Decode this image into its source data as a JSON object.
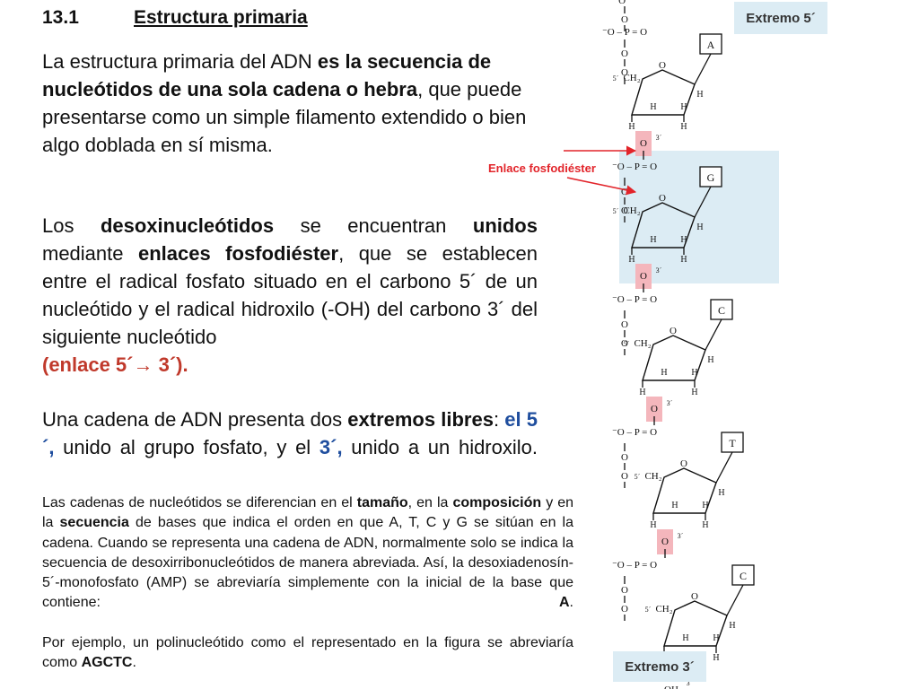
{
  "heading": {
    "number": "13.1",
    "title": "Estructura primaria"
  },
  "p1": {
    "a": "La estructura primaria del ADN ",
    "b": "es la secuencia de nucleótidos de una sola cadena o hebra",
    "c": ", que puede presentarse como un simple filamento extendido o bien algo doblada en sí misma."
  },
  "p2": {
    "a": "Los ",
    "b": "desoxinucleótidos",
    "c": " se encuentran ",
    "d": "unidos",
    "e": " mediante ",
    "f": "enlaces fosfodiéster",
    "g": ", que se establecen entre el radical fosfato situado en el carbono 5´ de un nucleótido y el radical hidroxilo (-OH) del carbono 3´ del siguiente nucleótido",
    "h": "(enlace 5´→ 3´)."
  },
  "p3": {
    "a": "Una cadena de ADN presenta dos ",
    "b": "extremos libres",
    "c": ": ",
    "d": "el 5´,",
    "e": " unido al grupo fosfato, y el ",
    "f": "3´,",
    "g": " unido a un hidroxilo."
  },
  "p4": {
    "a": "Las cadenas de nucleótidos se diferencian en el ",
    "b": "tamaño",
    "c": ", en la ",
    "d": "composición",
    "e": " y en la ",
    "f": "secuencia",
    "g": " de bases que indica el orden en que A, T, C y G se sitúan en la cadena. Cuando se representa una cadena de ADN, normalmente solo se indica la secuencia de desoxirribonucleótidos de manera abreviada. Así, la desoxiadenosín-5´-monofosfato (AMP) se abreviaría simplemente con la inicial de la base que contiene: ",
    "h": "A",
    "i": "."
  },
  "p5": {
    "a": "Por ejemplo, un polinucleótido como el representado en la figura se abreviaría como ",
    "b": "AGCTC",
    "c": "."
  },
  "diagram": {
    "label_5": "Extremo 5´",
    "label_3": "Extremo 3´",
    "bond_label": "Enlace fosfodiéster",
    "bases": [
      "A",
      "G",
      "C",
      "T",
      "C"
    ],
    "atoms": {
      "o": "O",
      "o_minus": "O⁻",
      "phosphate": "⁻O – P = O",
      "p_eq_o": "P = O",
      "ch2": "CH₂",
      "h": "H",
      "oh": "OH",
      "prime5": "5´",
      "prime3": "3´"
    }
  },
  "colors": {
    "red_accent": "#c0392b",
    "blue_accent": "#1f4e9e",
    "highlight_box": "#dcecf4",
    "hydroxyl_box": "#f4b6bc"
  }
}
